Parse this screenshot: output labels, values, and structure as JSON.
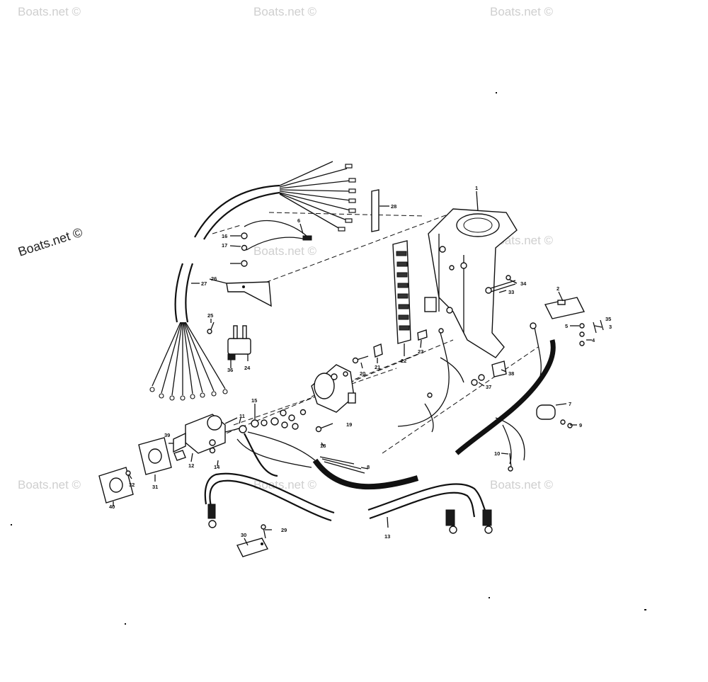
{
  "watermark": {
    "primary_text": "Boats.net ©",
    "faded_text": "Boats.net ©"
  },
  "callouts": [
    "1",
    "2",
    "3",
    "4",
    "5",
    "6",
    "7",
    "8",
    "9",
    "10",
    "11",
    "12",
    "13",
    "14",
    "15",
    "16",
    "17",
    "18",
    "19",
    "20",
    "21",
    "22",
    "23",
    "24",
    "25",
    "26",
    "27",
    "28",
    "29",
    "30",
    "31",
    "32",
    "33",
    "34",
    "35",
    "36",
    "37",
    "38",
    "39",
    "40"
  ]
}
